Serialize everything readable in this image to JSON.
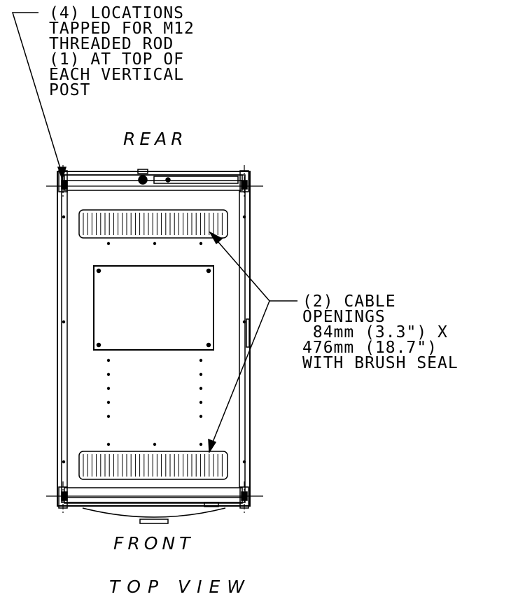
{
  "notes": {
    "mounting_holes": [
      "(4) LOCATIONS",
      "TAPPED FOR M12",
      "THREADED ROD",
      "(1) AT TOP OF",
      "EACH VERTICAL",
      "POST"
    ],
    "cable_openings": [
      "(2) CABLE",
      "OPENINGS",
      " 84mm (3.3\") X",
      "476mm (18.7\")",
      "WITH BRUSH SEAL"
    ]
  },
  "labels": {
    "rear": "REAR",
    "front": "FRONT",
    "view_title": "TOP VIEW"
  }
}
